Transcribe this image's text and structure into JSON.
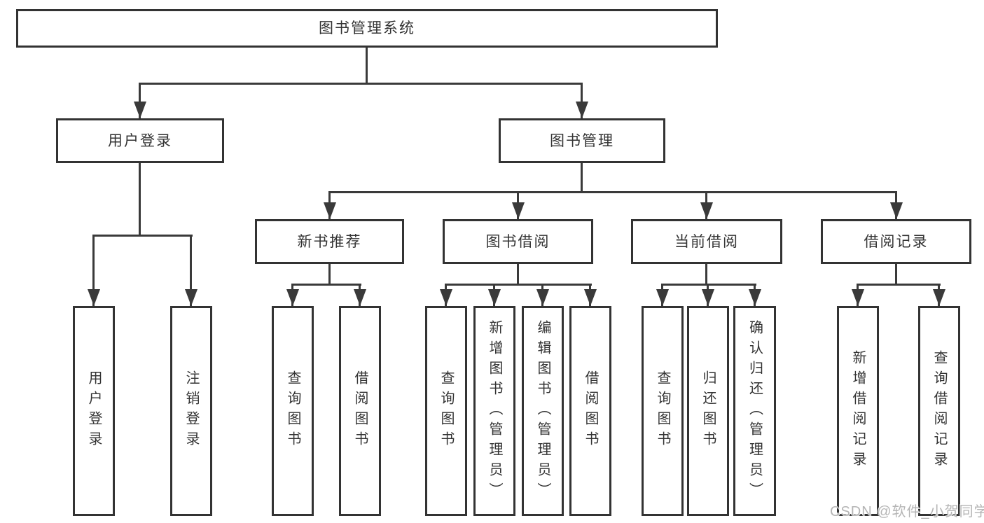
{
  "diagram": {
    "title": "图书管理系统",
    "branches": [
      {
        "label": "用户登录",
        "children": [
          {
            "label": "用户登录"
          },
          {
            "label": "注销登录"
          }
        ]
      },
      {
        "label": "图书管理",
        "children": [
          {
            "label": "新书推荐",
            "children": [
              {
                "label": "查询图书"
              },
              {
                "label": "借阅图书"
              }
            ]
          },
          {
            "label": "图书借阅",
            "children": [
              {
                "label": "查询图书"
              },
              {
                "label": "新增图书（管理员）"
              },
              {
                "label": "编辑图书（管理员）"
              },
              {
                "label": "借阅图书"
              }
            ]
          },
          {
            "label": "当前借阅",
            "children": [
              {
                "label": "查询图书"
              },
              {
                "label": "归还图书"
              },
              {
                "label": "确认归还（管理员）"
              }
            ]
          },
          {
            "label": "借阅记录",
            "children": [
              {
                "label": "新增借阅记录"
              },
              {
                "label": "查询借阅记录"
              }
            ]
          }
        ]
      }
    ]
  },
  "watermark": {
    "text": "CSDN @软件_小贺同学"
  },
  "colors": {
    "line": "#3a3a3a",
    "border": "#333333",
    "text": "#333333",
    "background": "#ffffff",
    "watermark": "#b5b5b5"
  }
}
